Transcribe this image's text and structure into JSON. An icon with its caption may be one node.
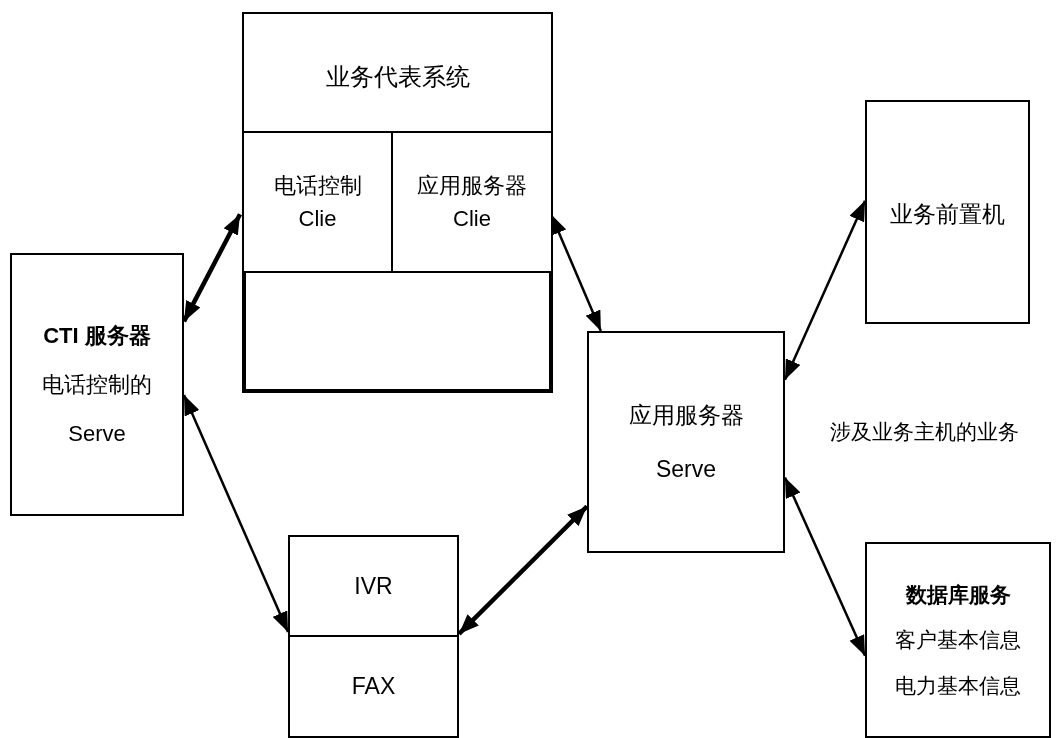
{
  "diagram": {
    "nodes": [
      {
        "text": [
          "业务代表系统"
        ]
      },
      {
        "text": [
          "电话控制 Clie"
        ],
        "in": 0
      },
      {
        "text": [
          "应用服务器 Clie"
        ],
        "in": 0
      },
      {
        "text": [],
        "shape": "box",
        "in": 0
      },
      {
        "text": [
          "CTI 服务器",
          "电话控制的",
          "Serve"
        ]
      },
      {
        "text": [
          "应用服务器",
          "Serve"
        ]
      },
      {
        "text": [
          "业务前置机"
        ]
      },
      {
        "text": [
          "IVR"
        ]
      },
      {
        "text": [
          "FAX"
        ]
      },
      {
        "text": [
          "数据库服务",
          "客户基本信息",
          "电力基本信息"
        ]
      }
    ],
    "edges": [
      {
        "from": 4,
        "to": 1,
        "arrow": "both",
        "style": "thick"
      },
      {
        "from": 4,
        "to": 7,
        "arrow": "both"
      },
      {
        "from": 2,
        "to": 5,
        "arrow": "both"
      },
      {
        "from": 7,
        "to": 5,
        "arrow": "both",
        "style": "thick"
      },
      {
        "from": 5,
        "to": 6,
        "arrow": "both"
      },
      {
        "from": 5,
        "to": 9,
        "arrow": "both"
      }
    ],
    "labels": [
      "涉及业务主机的业务"
    ]
  }
}
